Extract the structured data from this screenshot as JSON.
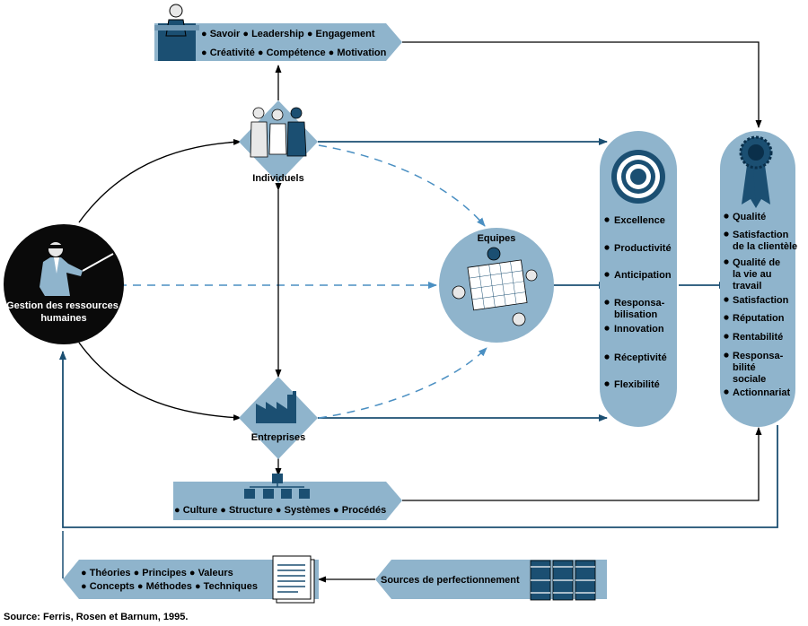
{
  "nodes": {
    "gestion": [
      "Gestion des ressources",
      "humaines"
    ],
    "individuels": "Individuels",
    "entreprises": "Entreprises",
    "equipes": "Equipes"
  },
  "top_banner": {
    "row1": [
      "Savoir",
      "Leadership",
      "Engagement"
    ],
    "row2": [
      "Créativité",
      "Compétence",
      "Motivation"
    ]
  },
  "bottom_banner": {
    "items": [
      "Culture",
      "Structure",
      "Systèmes",
      "Procédés"
    ]
  },
  "knowledge_banner": {
    "row1": [
      "Théories",
      "Principes",
      "Valeurs"
    ],
    "row2": [
      "Concepts",
      "Méthodes",
      "Techniques"
    ]
  },
  "sources_banner": {
    "label": "Sources de perfectionnement"
  },
  "performance_column": {
    "items": [
      [
        "Excellence"
      ],
      [
        "Productivité"
      ],
      [
        "Anticipation"
      ],
      [
        "Responsa-",
        "bilisation"
      ],
      [
        "Innovation"
      ],
      [
        "Réceptivité"
      ],
      [
        "Flexibilité"
      ]
    ]
  },
  "outcomes_column": {
    "items": [
      [
        "Qualité"
      ],
      [
        "Satisfaction",
        "de la clientèle"
      ],
      [
        "Qualité de",
        "la vie au",
        "travail"
      ],
      [
        "Satisfaction"
      ],
      [
        "Réputation"
      ],
      [
        "Rentabilité"
      ],
      [
        "Responsa-",
        "bilité",
        "sociale"
      ],
      [
        "Actionnariat"
      ]
    ]
  },
  "source": "Source: Ferris, Rosen et Barnum, 1995.",
  "colors": {
    "accent_fill": "#8fb4cc",
    "dark_fill": "#1b4f72",
    "arrow": "#1b4f72",
    "dashed": "#4a8fc2",
    "circle_dark": "#0a0a0a"
  }
}
